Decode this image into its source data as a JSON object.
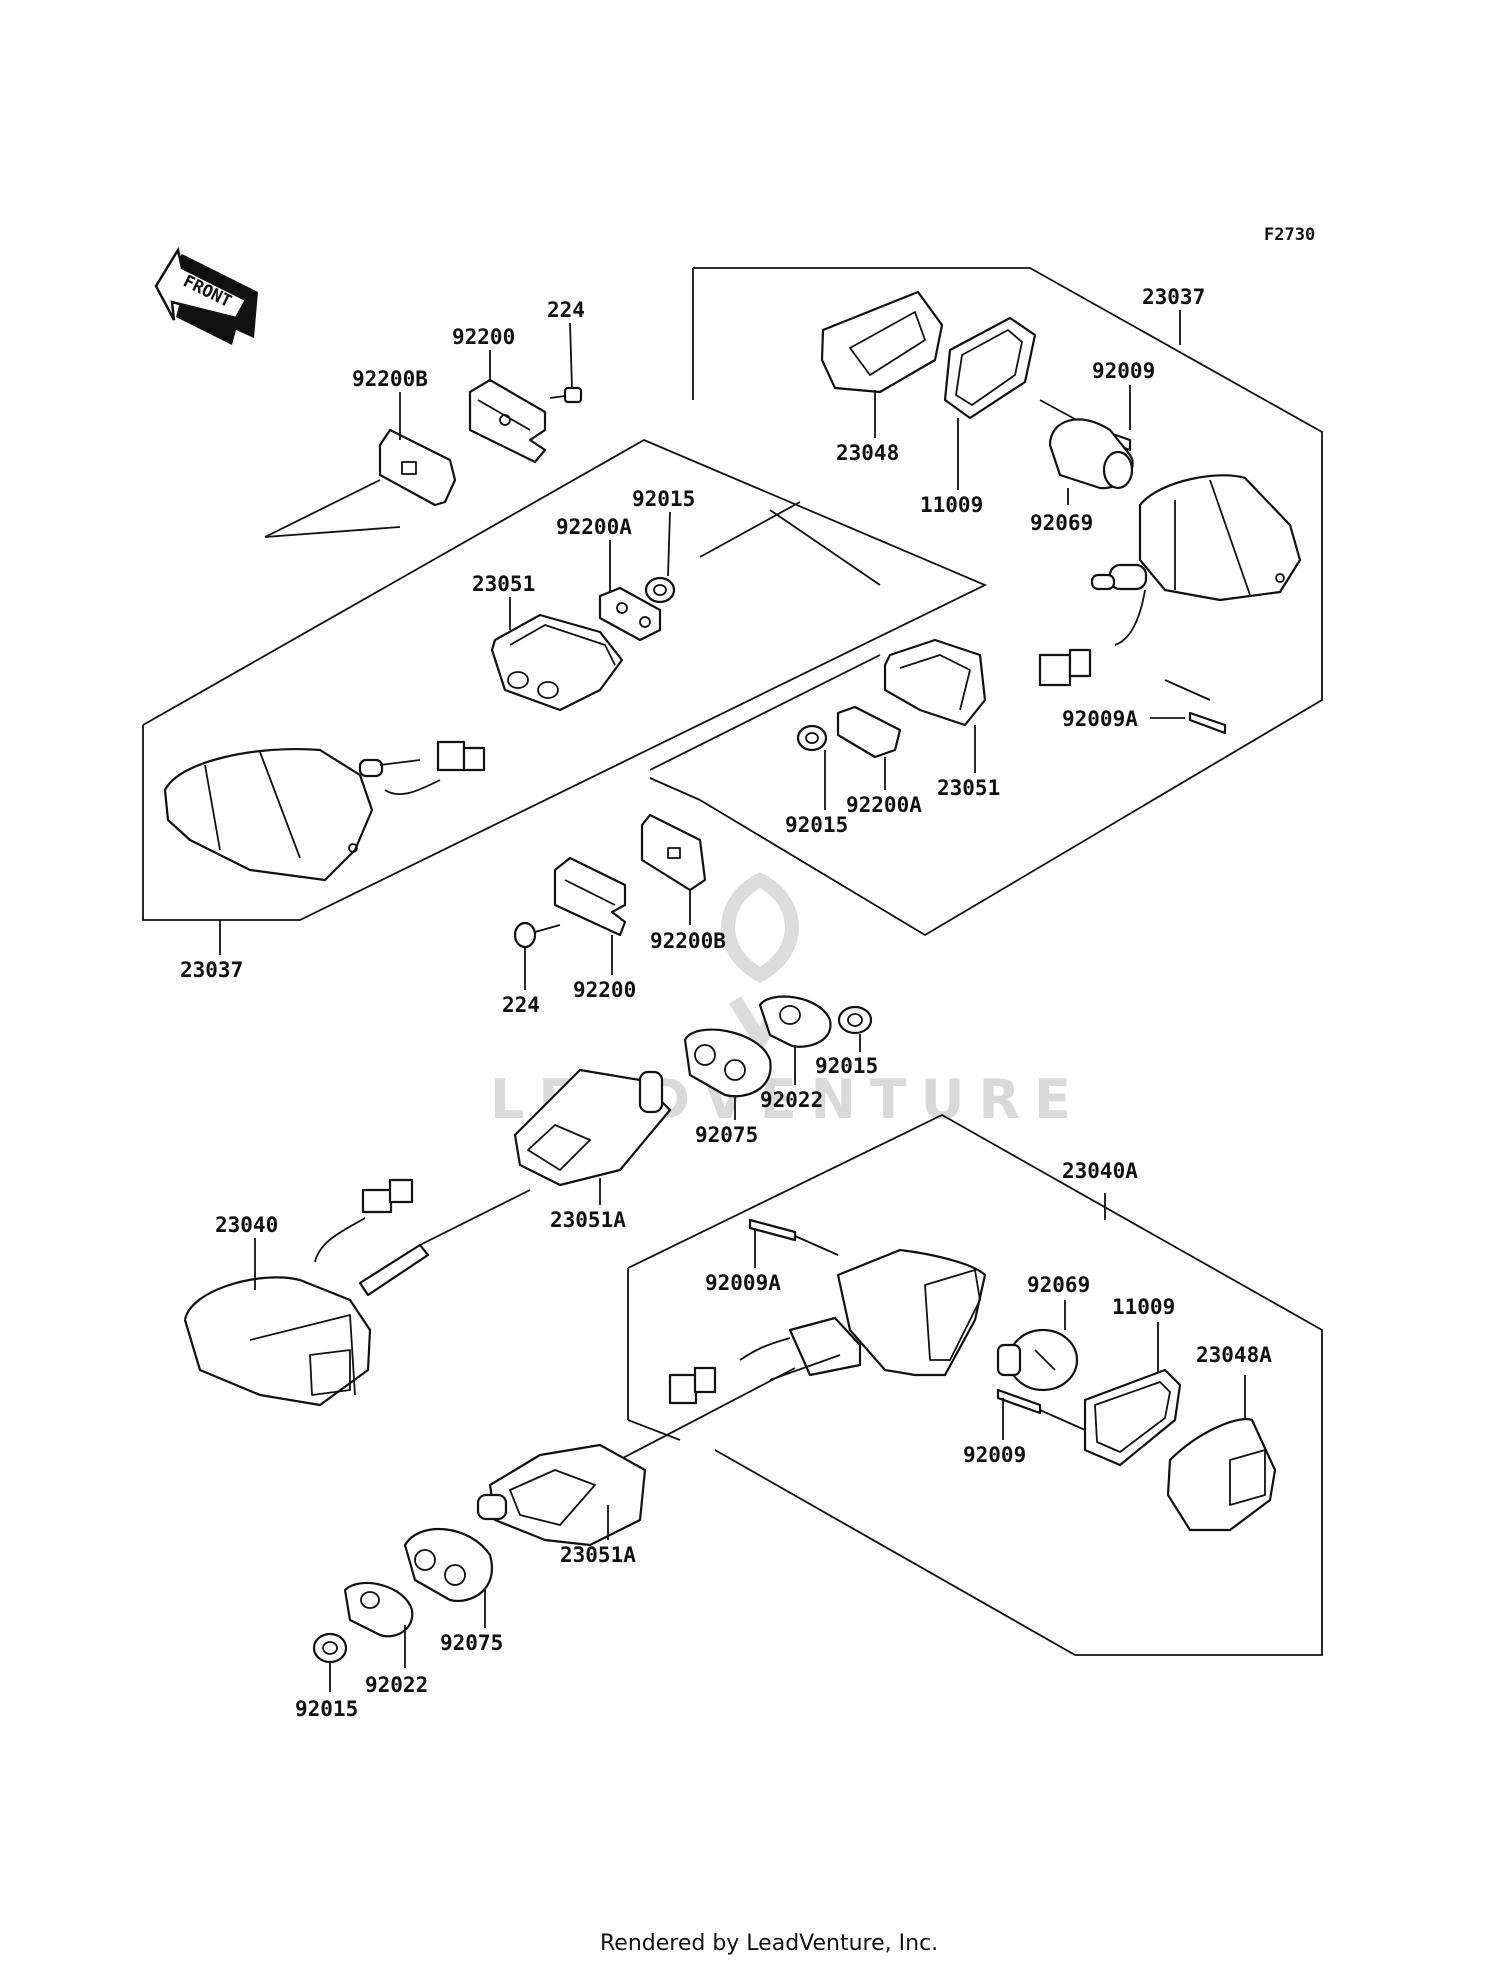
{
  "diagram": {
    "code": "F2730",
    "front_label": "FRONT",
    "watermark": "LEADVENTURE",
    "footer": "Rendered by LeadVenture, Inc.",
    "labels": [
      "224",
      "92200",
      "92200B",
      "92015",
      "92200A",
      "23051",
      "23037",
      "23037",
      "23048",
      "11009",
      "92009",
      "92069",
      "92009A",
      "23051",
      "92200A",
      "92015",
      "92200B",
      "92200",
      "224",
      "92015",
      "92022",
      "92075",
      "23051A",
      "23040",
      "23040A",
      "92009A",
      "92069",
      "11009",
      "23048A",
      "92009",
      "23051A",
      "92075",
      "92022",
      "92015"
    ]
  }
}
